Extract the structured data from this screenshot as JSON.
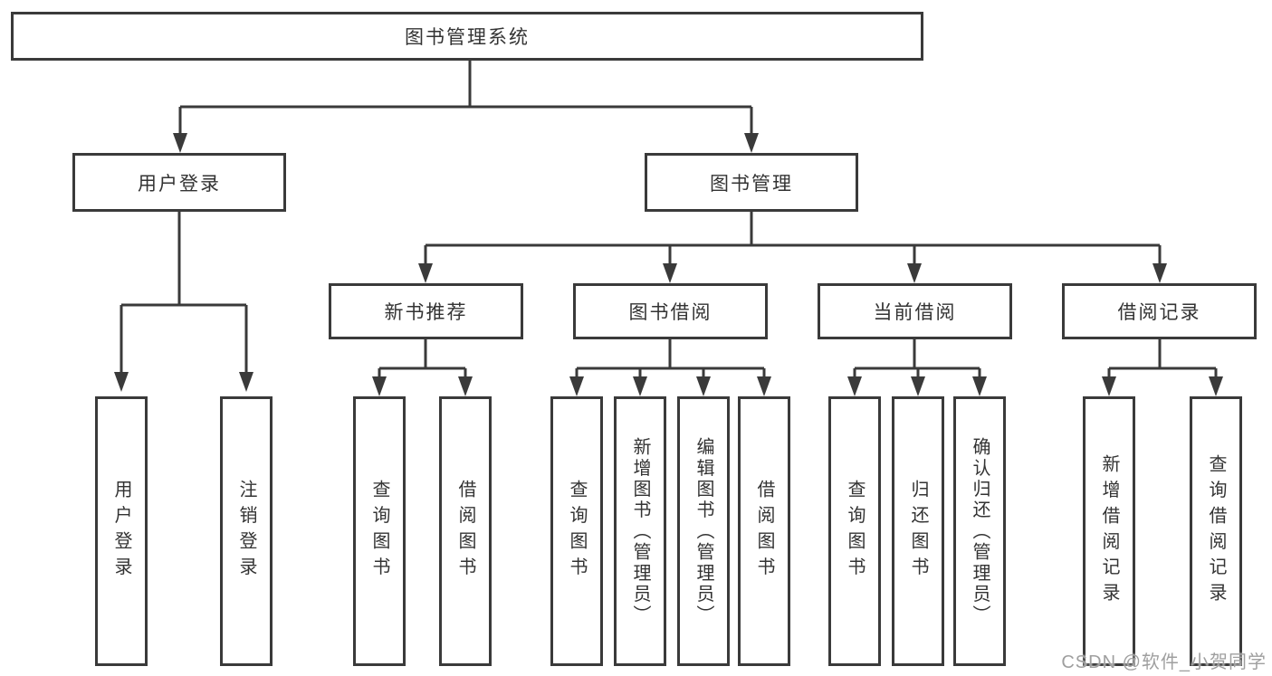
{
  "tree": {
    "root": "图书管理系统",
    "children": [
      {
        "label": "用户登录",
        "children": [
          "用户登录",
          "注销登录"
        ]
      },
      {
        "label": "图书管理",
        "children": [
          {
            "label": "新书推荐",
            "children": [
              "查询图书",
              "借阅图书"
            ]
          },
          {
            "label": "图书借阅",
            "children": [
              "查询图书",
              "新增图书（管理员）",
              "编辑图书（管理员）",
              "借阅图书"
            ]
          },
          {
            "label": "当前借阅",
            "children": [
              "查询图书",
              "归还图书",
              "确认归还（管理员）"
            ]
          },
          {
            "label": "借阅记录",
            "children": [
              "新增借阅记录",
              "查询借阅记录"
            ]
          }
        ]
      }
    ]
  },
  "watermark": "CSDN @软件_小贺同学",
  "colors": {
    "line": "#3a3a3a",
    "box_border": "#3a3a3a",
    "text": "#333333",
    "watermark": "#9f9f9f",
    "background": "#ffffff"
  }
}
